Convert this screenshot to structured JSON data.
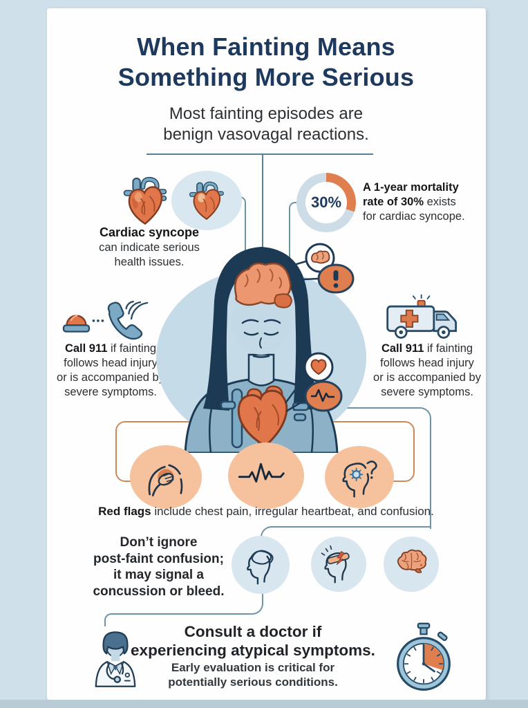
{
  "title": {
    "line1": "When Fainting Means",
    "line2": "Something More Serious"
  },
  "intro": {
    "line1": "Most fainting episodes are",
    "line2": "benign vasovagal reactions."
  },
  "cardiac_syncope": {
    "lead": "Cardiac syncope",
    "line2": "can indicate serious",
    "line3": "health issues."
  },
  "mortality": {
    "donut_label": "30%",
    "line1_bold": "A 1-year mortality",
    "line2_bold": "rate of 30%",
    "line2_rest": " exists",
    "line3": "for cardiac syncope."
  },
  "call_911_left": {
    "lead": "Call 911",
    "line1_rest": " if fainting",
    "line2": "follows head injury",
    "line3": "or is accompanied by",
    "line4": "severe symptoms."
  },
  "call_911_right": {
    "lead": "Call 911",
    "line1_rest": " if fainting",
    "line2": "follows head injury",
    "line3": "or is accompanied by",
    "line4": "severe symptoms."
  },
  "red_flags": {
    "lead": "Red flags",
    "rest": " include chest pain, irregular heartbeat, and confusion."
  },
  "dont_ignore": {
    "lines": [
      "Don’t ignore",
      "post-faint confusion;",
      "it may signal a",
      "concussion or bleed."
    ]
  },
  "consult": {
    "title_line1": "Consult a doctor if",
    "title_line2": "experiencing atypical symptoms.",
    "sub_line1": "Early evaluation is critical for",
    "sub_line2": "potentially serious conditions."
  },
  "chart_data": {
    "type": "pie",
    "title": "1-year mortality rate for cardiac syncope",
    "labels": [
      "Mortality",
      "Remainder"
    ],
    "values": [
      30,
      70
    ],
    "center_label": "30%",
    "colors": [
      "#df7f4f",
      "#ccdde8"
    ],
    "legend_position": "none"
  },
  "colors": {
    "page_bg": "#cfe0ea",
    "card_bg": "#ffffff",
    "title_navy": "#1d3a5e",
    "body_text": "#2b2f33",
    "accent_orange": "#df7f4f",
    "peach_circle": "#f5c29d",
    "light_blue_circle": "#d7e6ef",
    "figure_ellipse": "#c6dbe8",
    "connector_blue": "#6d93a8",
    "connector_orange": "#cf8757"
  },
  "icons": {
    "cardiac": [
      "anatomical-heart-icon",
      "heart-in-oval-icon"
    ],
    "mortality": [
      "donut-chart-30-percent"
    ],
    "call_911_left": [
      "siren-icon",
      "phone-handset-icon",
      "signal-waves-icon"
    ],
    "call_911_right": [
      "ambulance-icon"
    ],
    "figure": [
      "fainting-woman-illustration",
      "brain-callout-icon",
      "alert-exclamation-icon",
      "heart-callout-icon",
      "ekg-callout-icon"
    ],
    "red_flags": [
      "chest-pain-icon",
      "ekg-line-icon",
      "confusion-head-gear-icon"
    ],
    "dont_ignore": [
      "dizzy-head-icon",
      "head-injury-bolt-icon",
      "brain-icon"
    ],
    "consult": [
      "doctor-icon",
      "stopwatch-icon"
    ]
  }
}
